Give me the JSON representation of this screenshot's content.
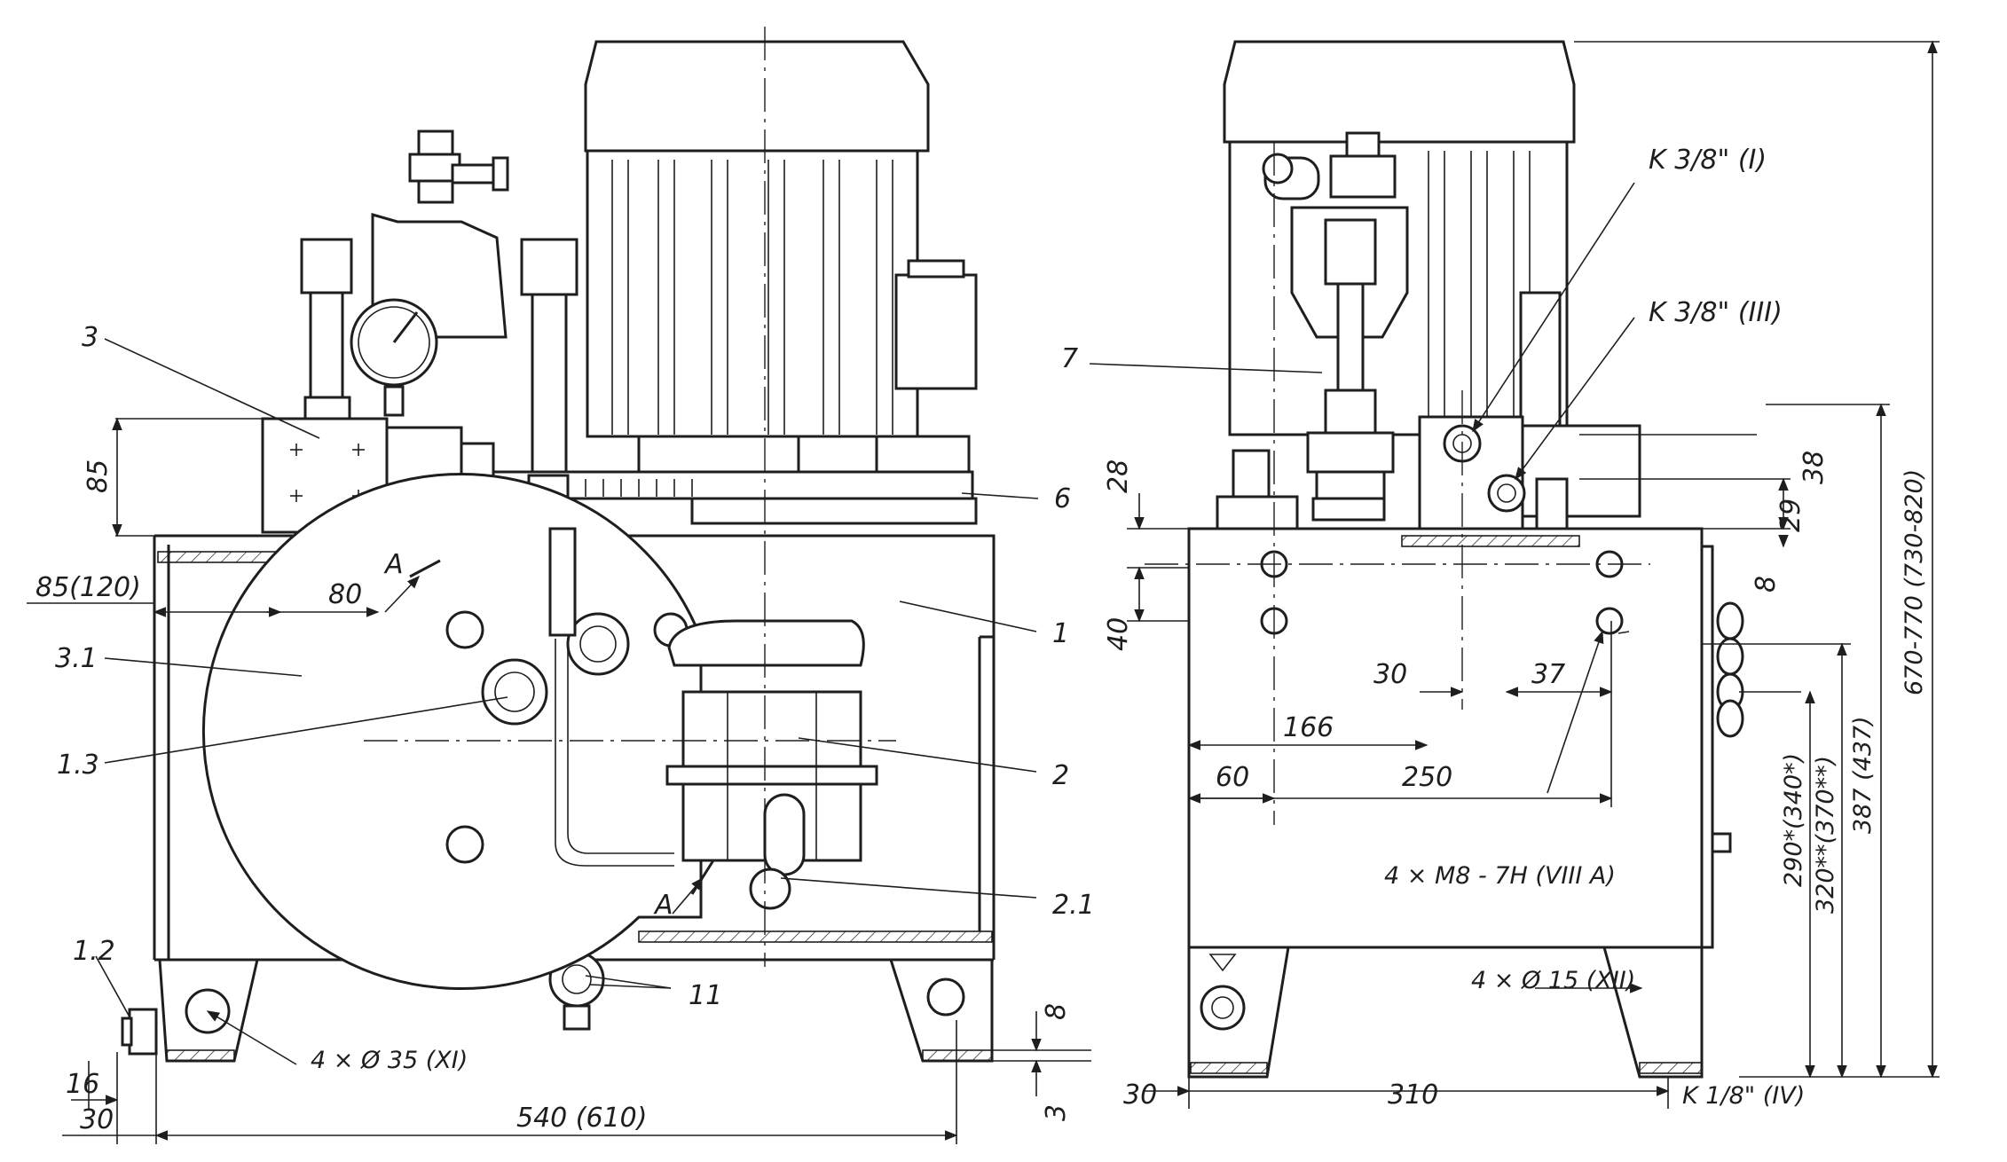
{
  "front_view": {
    "callouts": {
      "c3": "3",
      "c31": "3.1",
      "c13": "1.3",
      "c12": "1.2",
      "c6": "6",
      "c1": "1",
      "c2": "2",
      "c21": "2.1",
      "c11": "11"
    },
    "section_marks": {
      "a_top": "A",
      "a_bottom": "A"
    },
    "dimensions": {
      "d85": "85",
      "d85_120": "85(120)",
      "d80": "80",
      "d16": "16",
      "d30": "30",
      "d540": "540 (610)",
      "d8": "8",
      "d3": "3",
      "holes": "4 × Ø 35 (XI)"
    }
  },
  "side_view": {
    "callouts": {
      "c7": "7"
    },
    "dimensions": {
      "k38_i": "K 3/8\" (I)",
      "k38_iii": "K 3/8\" (III)",
      "d28": "28",
      "d40": "40",
      "d30": "30",
      "d37": "37",
      "d166": "166",
      "d60": "60",
      "d250": "250",
      "m8": "4 × M8 - 7H (VIII A)",
      "d15": "4 × Ø 15 (XII)",
      "d30b": "30",
      "d310": "310",
      "k18": "K 1/8\" (IV)",
      "d38": "38",
      "d29": "29",
      "d8": "8",
      "d290": "290*(340*)",
      "d320": "320**(370**)",
      "d387": "387 (437)",
      "d670": "670-770 (730-820)"
    }
  }
}
